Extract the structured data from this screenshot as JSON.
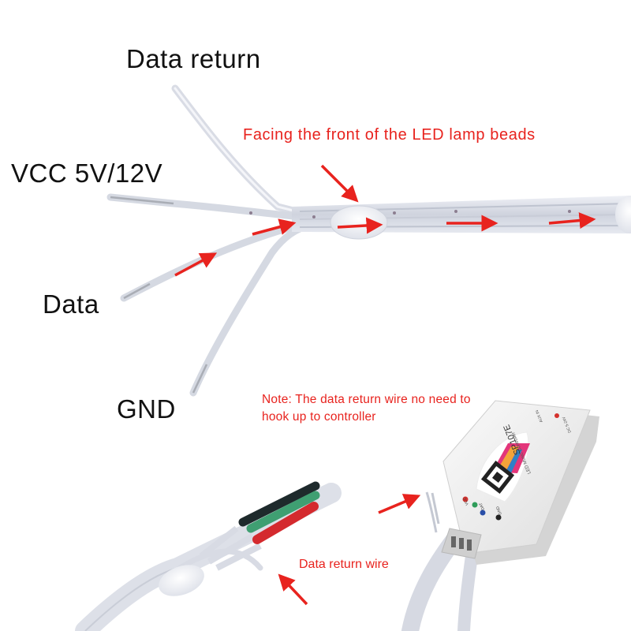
{
  "labels": {
    "data_return": "Data return",
    "vcc": "VCC 5V/12V",
    "data": "Data",
    "gnd": "GND",
    "facing_front": "Facing the front of the LED lamp beads",
    "note_line1": "Note: The data return wire no need to",
    "note_line2": "hook up to controller",
    "data_return_wire": "Data return wire"
  },
  "controller": {
    "model": "SP107E",
    "subtitle": "LED Music Controller",
    "voltage": "DC 5-24V",
    "aux": "AUX IN",
    "ports": [
      "GND",
      "DAT",
      "VCC"
    ]
  },
  "colors": {
    "label_text": "#111111",
    "annotation_red": "#e8231e",
    "wire_sheath": "#d8dbe4",
    "wire_red": "#d42a2e",
    "wire_green": "#3f9f72",
    "wire_black": "#1e2a2c",
    "controller_body": "#f1f1f1"
  }
}
